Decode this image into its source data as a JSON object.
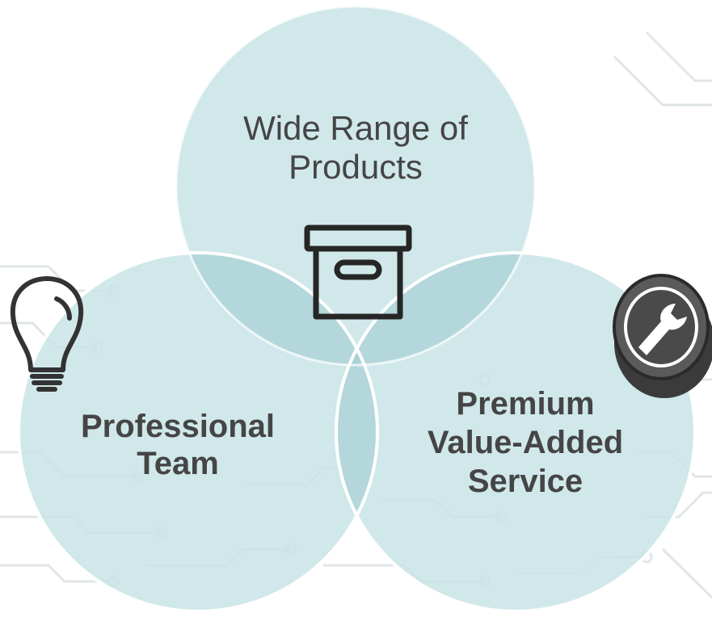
{
  "diagram": {
    "circles": [
      {
        "id": "top",
        "lines": [
          "Wide Range of",
          "Products"
        ],
        "icon": "archive-box-icon"
      },
      {
        "id": "left",
        "lines": [
          "Professional",
          "Team"
        ],
        "icon": "light-bulb-icon"
      },
      {
        "id": "right",
        "lines": [
          "Premium",
          "Value-Added",
          "Service"
        ],
        "icon": "wrench-icon"
      }
    ],
    "colors": {
      "circle_fill": "#c9e4e6",
      "overlap_fill": "#a9d1d4",
      "circle_edge": "#ffffff",
      "icon_color": "#333333",
      "circuit_lines": "#dde3e6"
    }
  }
}
